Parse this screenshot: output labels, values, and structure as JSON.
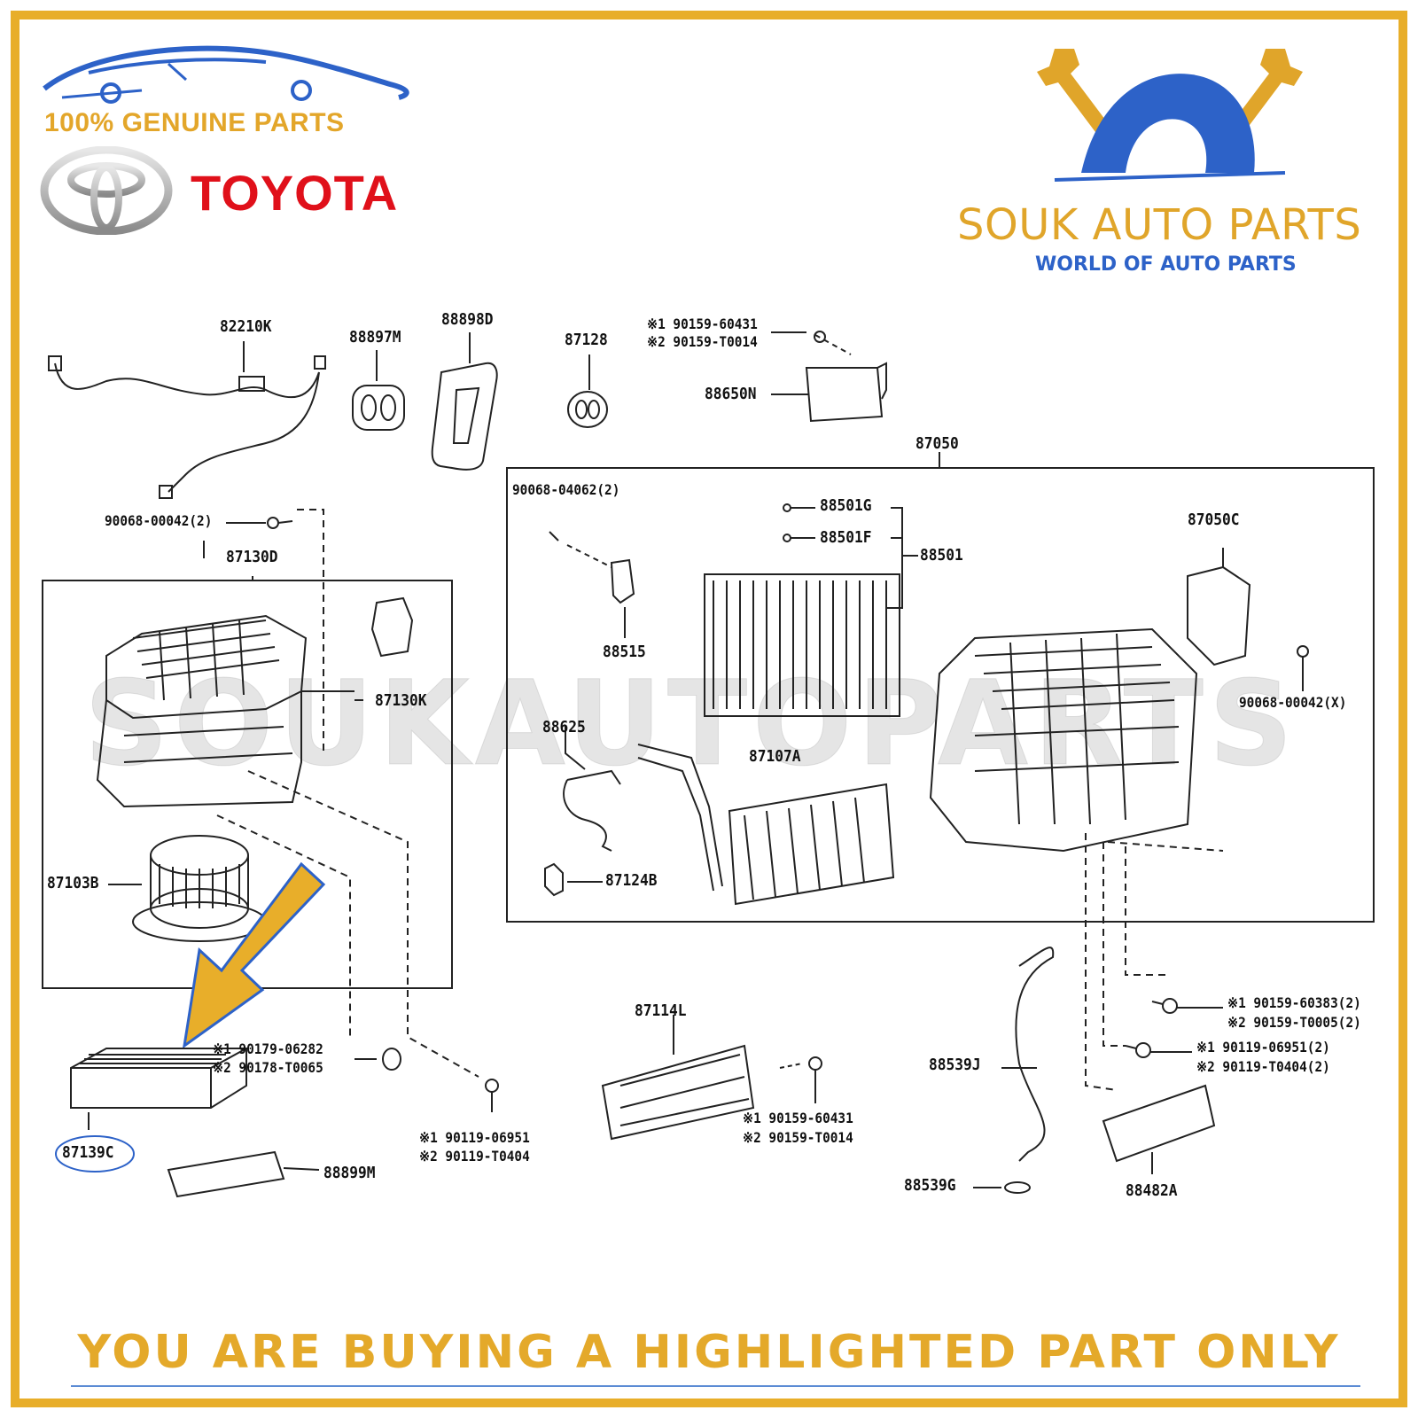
{
  "header": {
    "genuine_text": "100% GENUINE PARTS",
    "brand_name": "TOYOTA",
    "store_name": "SOUK AUTO PARTS",
    "store_tagline": "WORLD OF AUTO PARTS"
  },
  "watermark": "SOUKAUTOPARTS",
  "diagram": {
    "labels": {
      "p82210K": "82210K",
      "p88897M": "88897M",
      "p88898D": "88898D",
      "p87128": "87128",
      "p90159_60431_a": "※1 90159-60431",
      "p90159_T0014_a": "※2 90159-T0014",
      "p88650N": "88650N",
      "p87050": "87050",
      "p90068_00042_2": "90068-00042(2)",
      "p87130D": "87130D",
      "p87130K": "87130K",
      "p87103B": "87103B",
      "p90068_04062_2": "90068-04062(2)",
      "p88515": "88515",
      "p88501G": "88501G",
      "p88501F": "88501F",
      "p88501": "88501",
      "p87050C": "87050C",
      "p90068_00042_X": "90068-00042(X)",
      "p88625": "88625",
      "p87107A": "87107A",
      "p87124B": "87124B",
      "p90179_06282": "※1 90179-06282",
      "p90178_T0065": "※2 90178-T0065",
      "p87139C": "87139C",
      "p88899M": "88899M",
      "p90119_06951_a": "※1 90119-06951",
      "p90119_T0404_a": "※2 90119-T0404",
      "p87114L": "87114L",
      "p90159_60431_b": "※1 90159-60431",
      "p90159_T0014_b": "※2 90159-T0014",
      "p88539J": "88539J",
      "p88539G": "88539G",
      "p88482A": "88482A",
      "p90159_60383": "※1 90159-60383(2)",
      "p90159_T0005": "※2 90159-T0005(2)",
      "p90119_06951_b": "※1 90119-06951(2)",
      "p90119_T0404_b": "※2 90119-T0404(2)"
    },
    "highlighted_part": "87139C"
  },
  "footer": {
    "notice": "YOU ARE BUYING A HIGHLIGHTED PART ONLY"
  },
  "colors": {
    "border": "#e8ae2a",
    "brand_red": "#e0101a",
    "gold": "#e4a92a",
    "blue": "#2d62c8"
  }
}
